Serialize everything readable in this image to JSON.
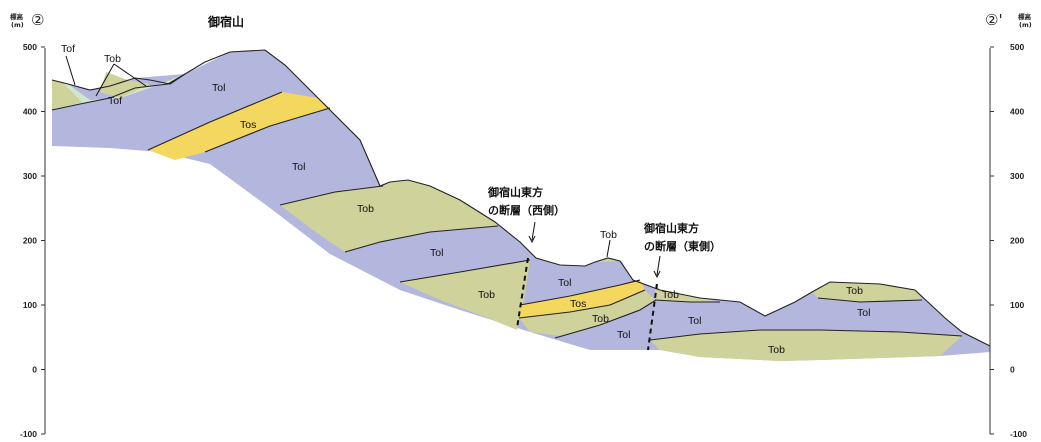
{
  "figure": {
    "title": "御宿山",
    "left_end": "②",
    "right_end": "②'",
    "elevation_label": "標高",
    "elevation_unit": "(m)"
  },
  "axis": {
    "ticks": [
      "500",
      "400",
      "300",
      "200",
      "100",
      "0",
      "-100"
    ]
  },
  "colors": {
    "Tol": "#b4b7dd",
    "Tob": "#cfd29a",
    "Tos": "#f3d75e",
    "Tof": "#cfe8cd",
    "line": "#222222"
  },
  "layers": {
    "tof_a": "Tof",
    "tof_b": "Tof",
    "tob_top": "Tob",
    "tol_1": "Tol",
    "tos_1": "Tos",
    "tol_2": "Tol",
    "tob_1": "Tob",
    "tol_3": "Tol",
    "tob_2": "Tob",
    "tob_peak": "Tob",
    "tol_4": "Tol",
    "tos_2": "Tos",
    "tob_3": "Tob",
    "tol_5": "Tol",
    "tob_4": "Tob",
    "tol_6": "Tol",
    "tob_5": "Tob",
    "tol_7": "Tol",
    "tob_6": "Tob"
  },
  "faults": {
    "west": [
      "御宿山東方",
      "の断層（西側）"
    ],
    "east": [
      "御宿山東方",
      "の断層（東側）"
    ]
  }
}
